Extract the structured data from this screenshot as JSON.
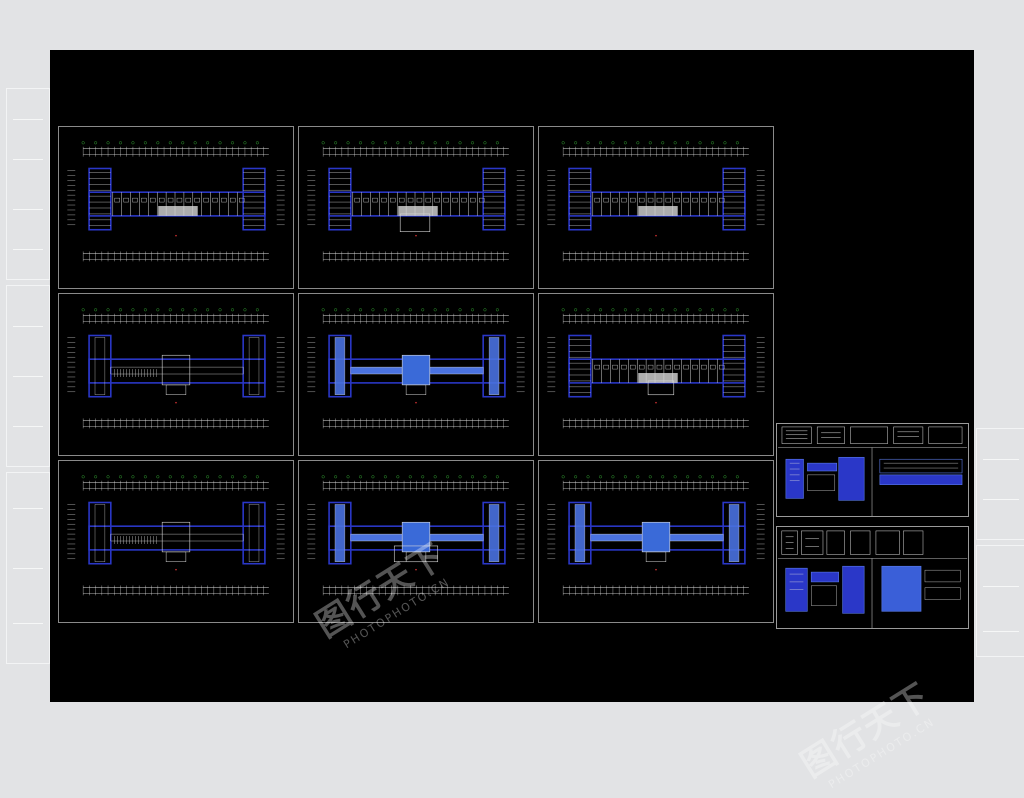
{
  "drawing": {
    "background": "#000000",
    "frame_color": "#8a8a8a",
    "wall_color": "#2a37c8",
    "wall_light_color": "#4a72e0",
    "line_color": "#d8d8d8",
    "dim_color": "#e6e6e6",
    "accent_green": "#3cbf3c",
    "accent_red": "#d23232"
  },
  "sheets": [
    {
      "title": "",
      "plan": "detailed"
    },
    {
      "title": "",
      "plan": "detailed-center"
    },
    {
      "title": "",
      "plan": "detailed"
    },
    {
      "title": "",
      "plan": "simple"
    },
    {
      "title": "",
      "plan": "corridor"
    },
    {
      "title": "",
      "plan": "detailed-right"
    },
    {
      "title": "",
      "plan": "simple"
    },
    {
      "title": "",
      "plan": "corridor-center"
    },
    {
      "title": "",
      "plan": "corridor"
    }
  ],
  "watermark": {
    "cn": "图行天下",
    "en": "PHOTOPHOTO.CN"
  }
}
